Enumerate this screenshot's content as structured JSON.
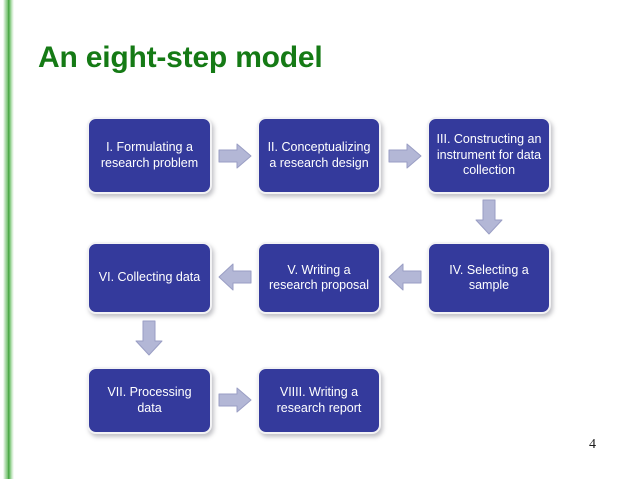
{
  "slide": {
    "title": "An eight-step model",
    "page_number": "4",
    "title_color": "#157a15",
    "box_fill_color": "#343a9c",
    "box_text_color": "#ffffff",
    "arrow_color": "#b3b7d6",
    "accent_bar_color": "#3f9e3a",
    "background_color": "#ffffff"
  },
  "diagram": {
    "type": "flowchart",
    "boxes": [
      {
        "id": "1",
        "label": "I. Formulating a research problem"
      },
      {
        "id": "2",
        "label": "II. Conceptualizing a research design"
      },
      {
        "id": "3",
        "label": "III. Constructing an instrument for data collection"
      },
      {
        "id": "4",
        "label": "IV. Selecting a sample"
      },
      {
        "id": "5",
        "label": "V. Writing a research proposal"
      },
      {
        "id": "6",
        "label": "VI. Collecting data"
      },
      {
        "id": "7",
        "label": "VII. Processing data"
      },
      {
        "id": "8",
        "label": "VIIII. Writing a research report"
      }
    ],
    "arrows": [
      {
        "from": "1",
        "to": "2",
        "direction": "right"
      },
      {
        "from": "2",
        "to": "3",
        "direction": "right"
      },
      {
        "from": "3",
        "to": "4",
        "direction": "down"
      },
      {
        "from": "4",
        "to": "5",
        "direction": "left"
      },
      {
        "from": "5",
        "to": "6",
        "direction": "left"
      },
      {
        "from": "6",
        "to": "7",
        "direction": "down"
      },
      {
        "from": "7",
        "to": "8",
        "direction": "right"
      }
    ]
  }
}
